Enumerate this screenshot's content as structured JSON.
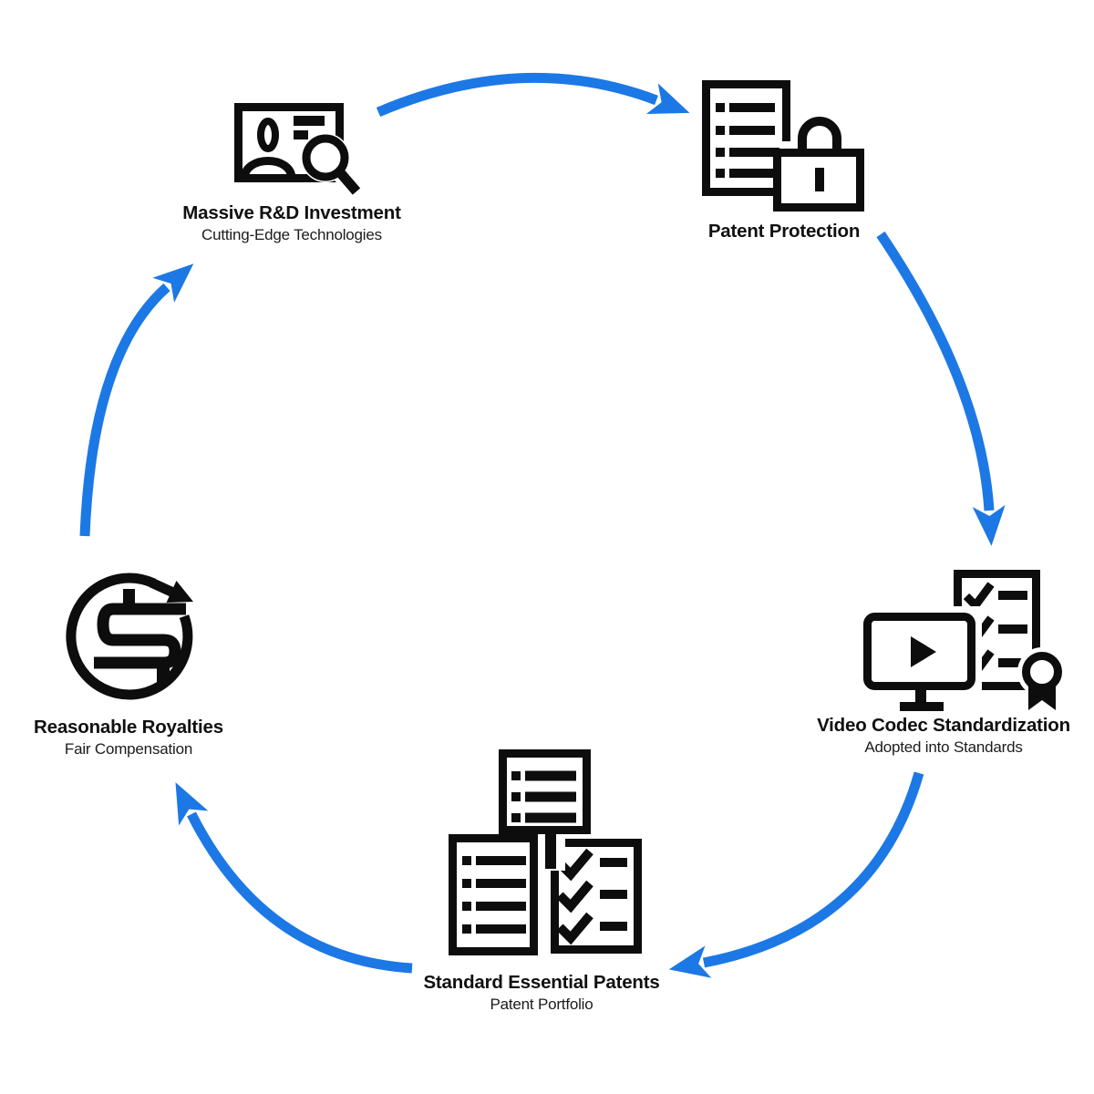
{
  "diagram": {
    "type": "circular-flow",
    "colors": {
      "arrow": "#1C78E5",
      "ink": "#0D0D0D",
      "background": "#FFFFFF"
    },
    "nodes": [
      {
        "id": "massive-rd-investment",
        "label": "Massive R&D Investment",
        "sublabel": "Cutting-Edge Technologies",
        "icon": "id-card-search-icon"
      },
      {
        "id": "patent-protection",
        "label": "Patent Protection",
        "sublabel": "",
        "icon": "document-lock-icon"
      },
      {
        "id": "video-codec-standardization",
        "label": "Video Codec Standardization",
        "sublabel": "Adopted into Standards",
        "icon": "video-checklist-certificate-icon"
      },
      {
        "id": "standard-essential-patents",
        "label": "Standard Essential Patents",
        "sublabel": "Patent Portfolio",
        "icon": "patent-stack-icon"
      },
      {
        "id": "reasonable-royalties",
        "label": "Reasonable Royalties",
        "sublabel": "Fair Compensation",
        "icon": "dollar-cycle-icon"
      }
    ],
    "edges": [
      {
        "from": "Massive R&D Investment",
        "to": "Patent Protection"
      },
      {
        "from": "Patent Protection",
        "to": "Video Codec Standardization"
      },
      {
        "from": "Video Codec Standardization",
        "to": "Standard Essential Patents"
      },
      {
        "from": "Standard Essential Patents",
        "to": "Reasonable Royalties"
      },
      {
        "from": "Reasonable Royalties",
        "to": "Massive R&D Investment"
      }
    ]
  }
}
